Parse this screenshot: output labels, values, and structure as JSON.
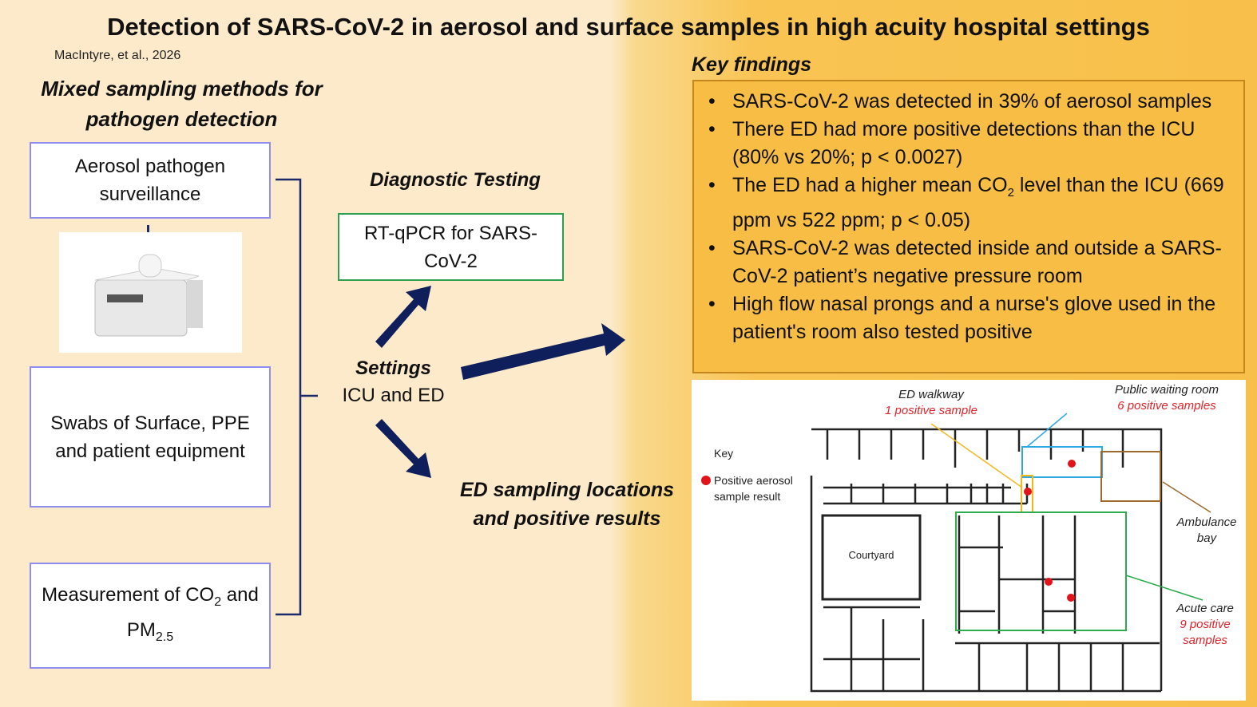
{
  "title": "Detection of SARS-CoV-2 in aerosol and surface samples in high acuity hospital settings",
  "citation": "MacIntyre, et al., 2026",
  "left": {
    "heading_line1": "Mixed sampling methods for",
    "heading_line2": "pathogen detection",
    "methods": [
      {
        "label": "Aerosol pathogen surveillance"
      },
      {
        "label": "Swabs of Surface, PPE and patient equipment"
      },
      {
        "label_pre": "Measurement of CO",
        "label_sub": "2",
        "label_mid": " and PM",
        "label_sub2": "2.5"
      }
    ]
  },
  "middle": {
    "diagnostic_heading": "Diagnostic Testing",
    "diagnostic_box": "RT-qPCR for SARS-CoV-2",
    "settings_heading": "Settings",
    "settings_value": "ICU and ED",
    "ed_heading_line1": "ED sampling locations",
    "ed_heading_line2": "and positive results"
  },
  "key_findings": {
    "heading": "Key findings",
    "items": [
      {
        "text": "SARS-CoV-2 was detected in 39% of aerosol samples"
      },
      {
        "text": "There ED had more positive detections than the ICU (80% vs 20%; p < 0.0027)"
      },
      {
        "pre": "The ED had a higher mean CO",
        "sub": "2",
        "post": " level than the ICU (669 ppm vs 522 ppm; p < 0.05)"
      },
      {
        "text": "SARS-CoV-2 was detected inside and outside a SARS-CoV-2 patient’s negative pressure room"
      },
      {
        "text": "High flow nasal prongs and a nurse's glove used in the patient's room also tested positive"
      }
    ]
  },
  "floor_plan": {
    "key_title": "Key",
    "key_label": "Positive aerosol sample result",
    "courtyard": "Courtyard",
    "areas": [
      {
        "name": "ED walkway",
        "count": "1 positive sample",
        "color": "#f2b91e"
      },
      {
        "name": "Public waiting room",
        "count": "6 positive samples",
        "color": "#2ea8e0"
      },
      {
        "name": "Ambulance bay",
        "count": "",
        "color": "#9a6a2e"
      },
      {
        "name": "Acute care",
        "count": "9 positive samples",
        "color": "#2eaa4f"
      }
    ],
    "marker_color": "#e0141a"
  }
}
